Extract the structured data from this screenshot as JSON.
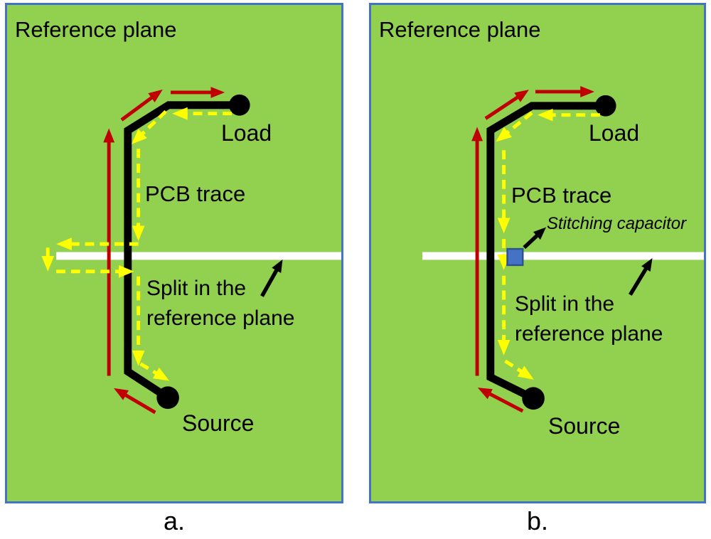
{
  "colors": {
    "plane_green": "#92D050",
    "panel_border_blue": "#4472C4",
    "signal_red": "#C00000",
    "return_yellow": "#FFFF00",
    "trace_black": "#000000",
    "split_white": "#FFFFFF",
    "capacitor_blue": "#4472C4",
    "capacitor_border": "#2F528F",
    "text_black": "#000000",
    "page_bg": "#FFFFFF"
  },
  "panel_a": {
    "caption": "a.",
    "title": "Reference plane",
    "load_label": "Load",
    "trace_label": "PCB trace",
    "split_label_line1": "Split in the",
    "split_label_line2": "reference plane",
    "source_label": "Source"
  },
  "panel_b": {
    "caption": "b.",
    "title": "Reference plane",
    "load_label": "Load",
    "trace_label": "PCB trace",
    "split_label_line1": "Split in the",
    "split_label_line2": "reference plane",
    "source_label": "Source",
    "capacitor_label": "Stitching capacitor"
  }
}
